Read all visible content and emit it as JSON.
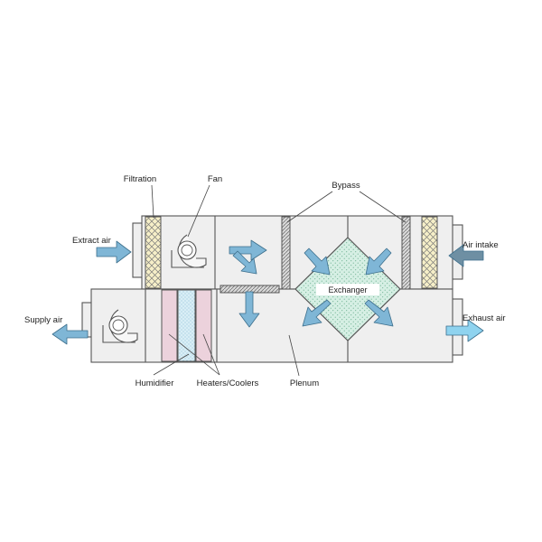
{
  "labels": {
    "filtration": "Filtration",
    "fan": "Fan",
    "bypass": "Bypass",
    "extract_air": "Extract air",
    "air_intake": "Air intake",
    "exchanger": "Exchanger",
    "supply_air": "Supply air",
    "exhaust_air": "Exhaust air",
    "humidifier": "Humidifier",
    "heaters_coolers": "Heaters/Coolers",
    "plenum": "Plenum"
  },
  "colors": {
    "casing": "#efefef",
    "outline": "#555555",
    "arrow_blue": "#7fb6d6",
    "arrow_dark": "#6e8fa3",
    "arrow_light": "#8fd3ef",
    "filter": "#f6efc8",
    "exchanger": "#d6efe4",
    "heater": "#ecd2dc",
    "humidifier": "#d9eef6"
  }
}
